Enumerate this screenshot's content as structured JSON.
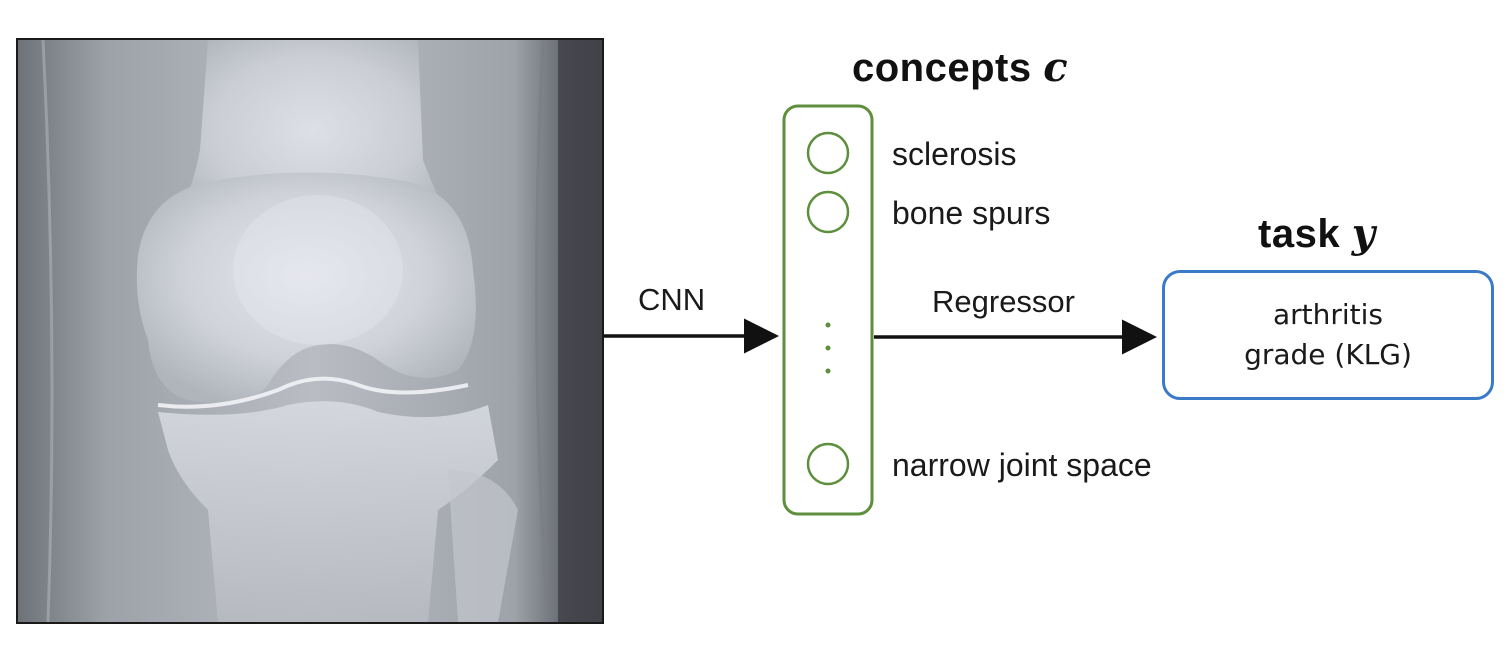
{
  "concepts": {
    "title": "concepts",
    "symbol": "c",
    "items": [
      {
        "label": "sclerosis"
      },
      {
        "label": "bone spurs"
      },
      {
        "label": "narrow joint space"
      }
    ]
  },
  "task": {
    "title": "task",
    "symbol": "y",
    "lines": [
      "arthritis",
      "grade (KLG)"
    ]
  },
  "edges": {
    "cnn": "CNN",
    "regressor": "Regressor"
  },
  "colors": {
    "concept_box": "#5e8f3c",
    "task_box": "#3a7ac8",
    "arrow": "#111111"
  }
}
